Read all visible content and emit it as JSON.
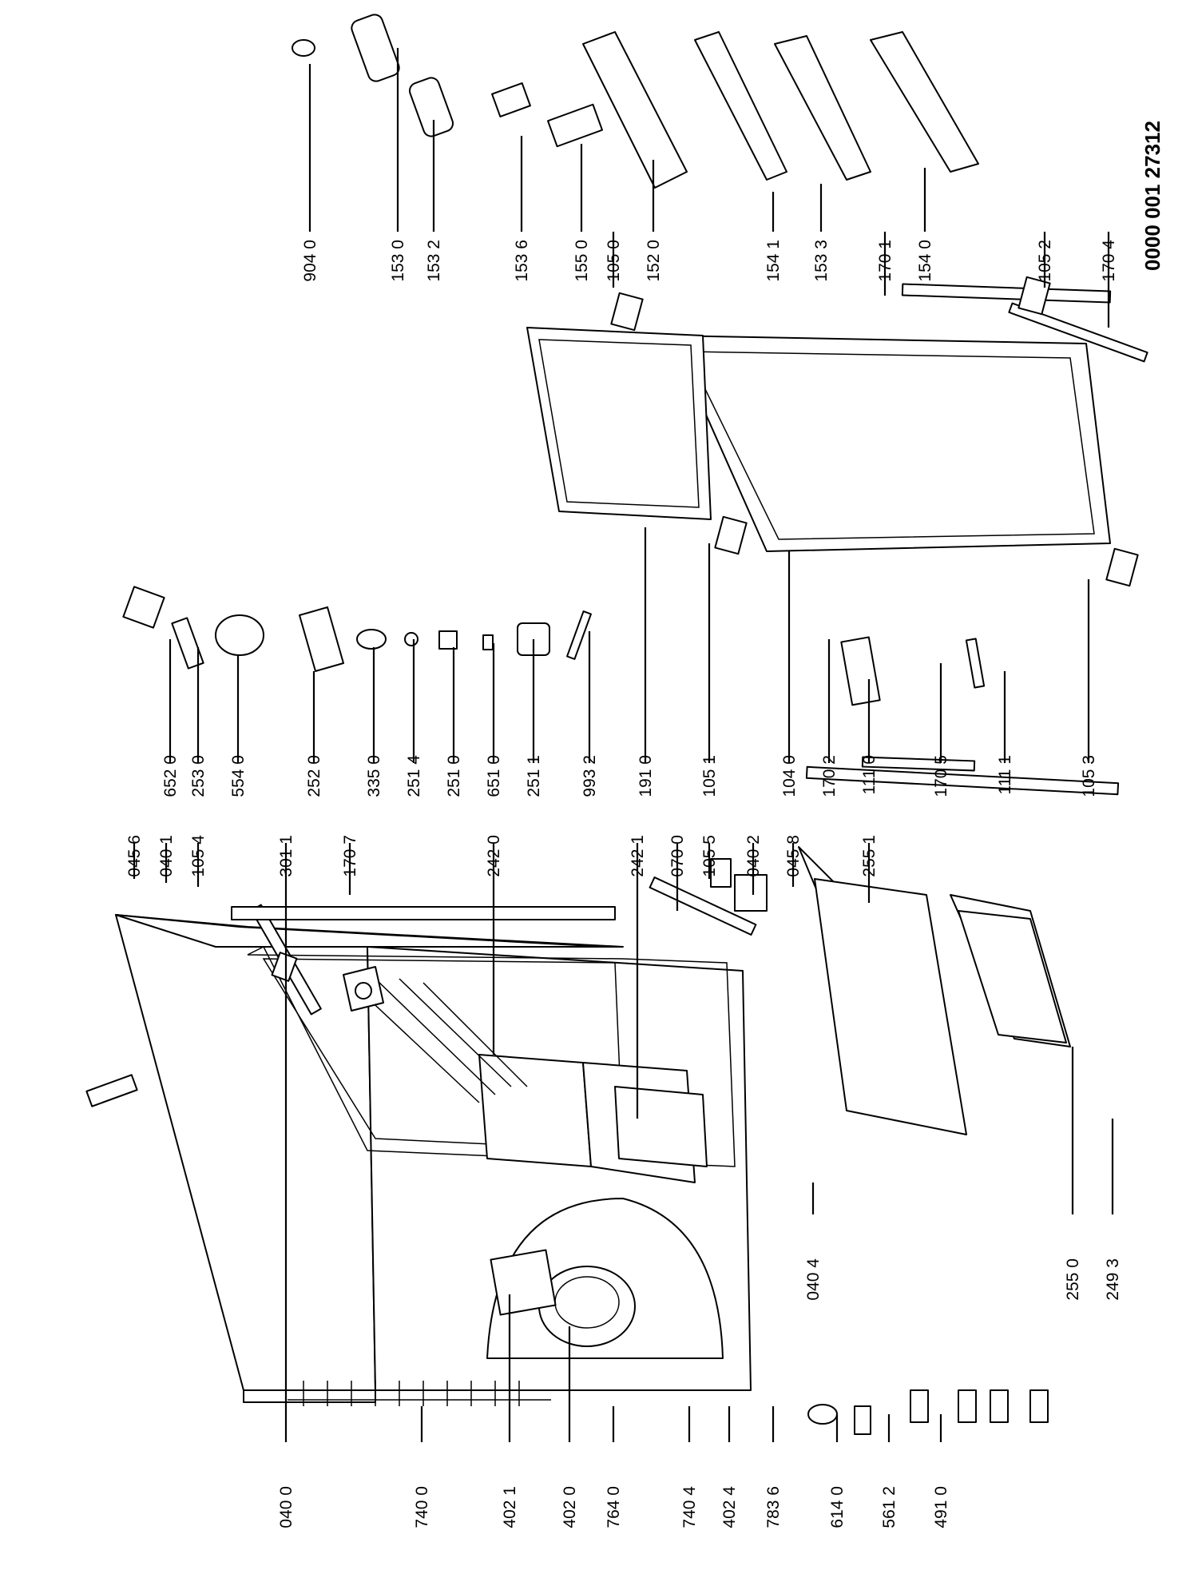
{
  "document_code": "0000 001 27312",
  "labels": [
    {
      "text": "904 0"
    },
    {
      "text": "153 0"
    },
    {
      "text": "153 2"
    },
    {
      "text": "153 6"
    },
    {
      "text": "155 0"
    },
    {
      "text": "105 0"
    },
    {
      "text": "152 0"
    },
    {
      "text": "154 1"
    },
    {
      "text": "153 3"
    },
    {
      "text": "170 1"
    },
    {
      "text": "154 0"
    },
    {
      "text": "105 2"
    },
    {
      "text": "170 4"
    },
    {
      "text": "652 0"
    },
    {
      "text": "253 0"
    },
    {
      "text": "554 0"
    },
    {
      "text": "252 0"
    },
    {
      "text": "335 0"
    },
    {
      "text": "251 4"
    },
    {
      "text": "251 0"
    },
    {
      "text": "651 0"
    },
    {
      "text": "251 1"
    },
    {
      "text": "993 2"
    },
    {
      "text": "191 0"
    },
    {
      "text": "105 1"
    },
    {
      "text": "104 0"
    },
    {
      "text": "170 2"
    },
    {
      "text": "111 0"
    },
    {
      "text": "170 5"
    },
    {
      "text": "111 1"
    },
    {
      "text": "105 3"
    },
    {
      "text": "045 6"
    },
    {
      "text": "040 1"
    },
    {
      "text": "105 4"
    },
    {
      "text": "301 1"
    },
    {
      "text": "170 7"
    },
    {
      "text": "242 0"
    },
    {
      "text": "242 1"
    },
    {
      "text": "070 0"
    },
    {
      "text": "105 5"
    },
    {
      "text": "040 2"
    },
    {
      "text": "045 8"
    },
    {
      "text": "255 1"
    },
    {
      "text": "040 4"
    },
    {
      "text": "255 0"
    },
    {
      "text": "249 3"
    },
    {
      "text": "040 0"
    },
    {
      "text": "740 0"
    },
    {
      "text": "402 1"
    },
    {
      "text": "402 0"
    },
    {
      "text": "764 0"
    },
    {
      "text": "740 4"
    },
    {
      "text": "402 4"
    },
    {
      "text": "783 6"
    },
    {
      "text": "614 0"
    },
    {
      "text": "561 2"
    },
    {
      "text": "491 0"
    }
  ]
}
